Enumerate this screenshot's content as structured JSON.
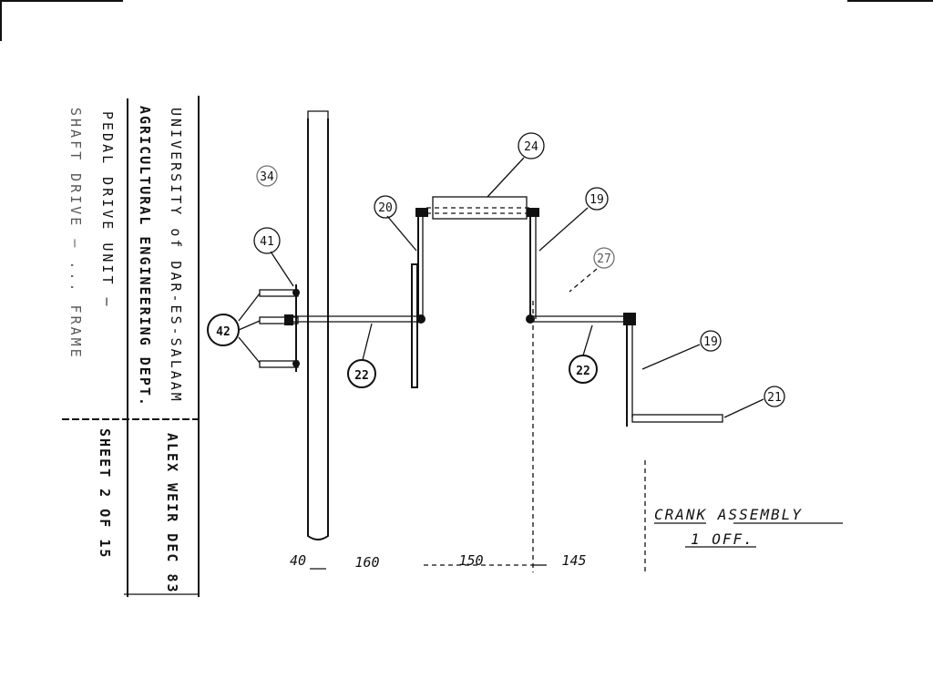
{
  "title_block": {
    "university": "UNIVERSITY of DAR-ES-SALAAM",
    "department": "AGRICULTURAL ENGINEERING DEPT.",
    "unit": "PEDAL DRIVE UNIT —",
    "subtitle": "SHAFT DRIVE — ... FRAME",
    "author": "ALEX WEIR DEC 83",
    "sheet": "SHEET 2 OF 15"
  },
  "balloons": {
    "b34": "34",
    "b41": "41",
    "b42": "42",
    "b22a": "22",
    "b20": "20",
    "b24": "24",
    "b19a": "19",
    "b27": "27",
    "b22b": "22",
    "b19b": "19",
    "b21": "21"
  },
  "dimensions": {
    "d1": "40",
    "d2": "160",
    "d3": "150",
    "d4": "145"
  },
  "note": {
    "title": "CRANK ASSEMBLY",
    "quantity": "1 OFF."
  }
}
